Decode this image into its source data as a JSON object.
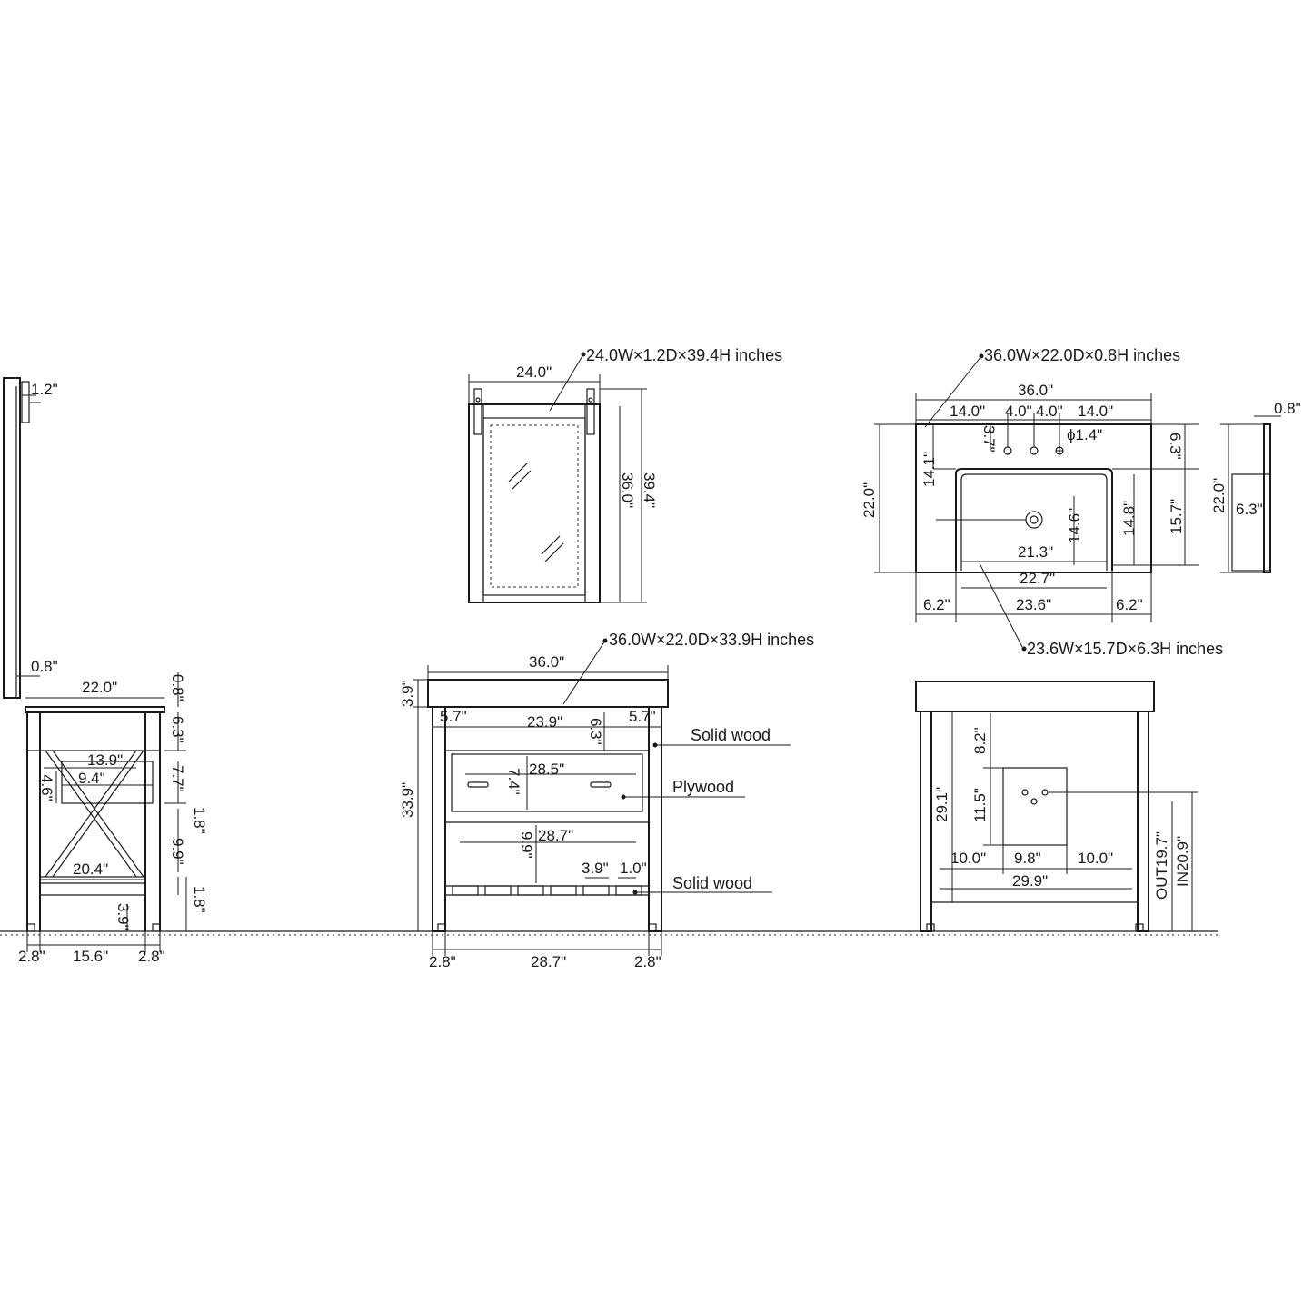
{
  "mirror": {
    "spec": "24.0W×1.2D×39.4H inches",
    "width": "24.0\"",
    "height_overall": "39.4\"",
    "height_frame": "36.0\"",
    "side_depth": "1.2\""
  },
  "countertop": {
    "spec": "36.0W×22.0D×0.8H inches",
    "width": "36.0\"",
    "hole_left": "14.0\"",
    "hole_gap_a": "4.0\"",
    "hole_gap_b": "4.0\"",
    "hole_right": "14.0\"",
    "hole_diameter": "ϕ1.4\"",
    "hole_setback": "3.7\"",
    "depth": "22.0\"",
    "sink_offset": "14.1\"",
    "right_offset": "6.3\"",
    "sink_depth_overall": "15.7\"",
    "sink_depth_inner": "14.8\"",
    "drain_offset": "14.6\"",
    "inner_width": "21.3\"",
    "bowl_width": "22.7\"",
    "sink_width": "23.6\"",
    "side_left": "6.2\"",
    "side_right": "6.2\"",
    "thickness": "0.8\"",
    "side_depth": "22.0\"",
    "side_sink_height": "6.3\""
  },
  "sink": {
    "spec": "23.6W×15.7D×6.3H inches"
  },
  "side_view": {
    "top_overhang": "0.8\"",
    "depth": "22.0\"",
    "top_thickness": "0.8\"",
    "apron_height": "6.3\"",
    "drawer_depth": "13.9\"",
    "drawer_inner": "9.4\"",
    "drawer_height": "7.7\"",
    "drawer_inner_height": "4.6\"",
    "rail_height": "1.8\"",
    "opening_height": "9.9\"",
    "shelf_depth": "20.4\"",
    "shelf_thickness": "1.8\"",
    "foot_height": "3.9\"",
    "leg_left": "2.8\"",
    "leg_span": "15.6\"",
    "leg_right": "2.8\""
  },
  "front_view": {
    "spec": "36.0W×22.0D×33.9H inches",
    "width": "36.0\"",
    "top_height": "3.9\"",
    "side_left": "5.7\"",
    "apron_width": "23.9\"",
    "side_right": "5.7\"",
    "apron_height": "6.3\"",
    "drawer_width": "28.5\"",
    "drawer_height": "7.4\"",
    "total_height": "33.9\"",
    "opening_width": "28.7\"",
    "opening_height": "9.9\"",
    "slat_width": "3.9\"",
    "slat_gap": "1.0\"",
    "leg_left": "2.8\"",
    "leg_span": "28.7\"",
    "leg_right": "2.8\"",
    "label_solid_wood_top": "Solid wood",
    "label_plywood": "Plywood",
    "label_solid_wood_bottom": "Solid wood"
  },
  "back_view": {
    "panel_top": "8.2\"",
    "inner_height": "29.1\"",
    "panel_height": "11.5\"",
    "left_margin": "10.0\"",
    "panel_width": "9.8\"",
    "right_margin": "10.0\"",
    "inner_width": "29.9\"",
    "outlet_out": "OUT19.7\"",
    "outlet_in": "IN20.9\""
  }
}
